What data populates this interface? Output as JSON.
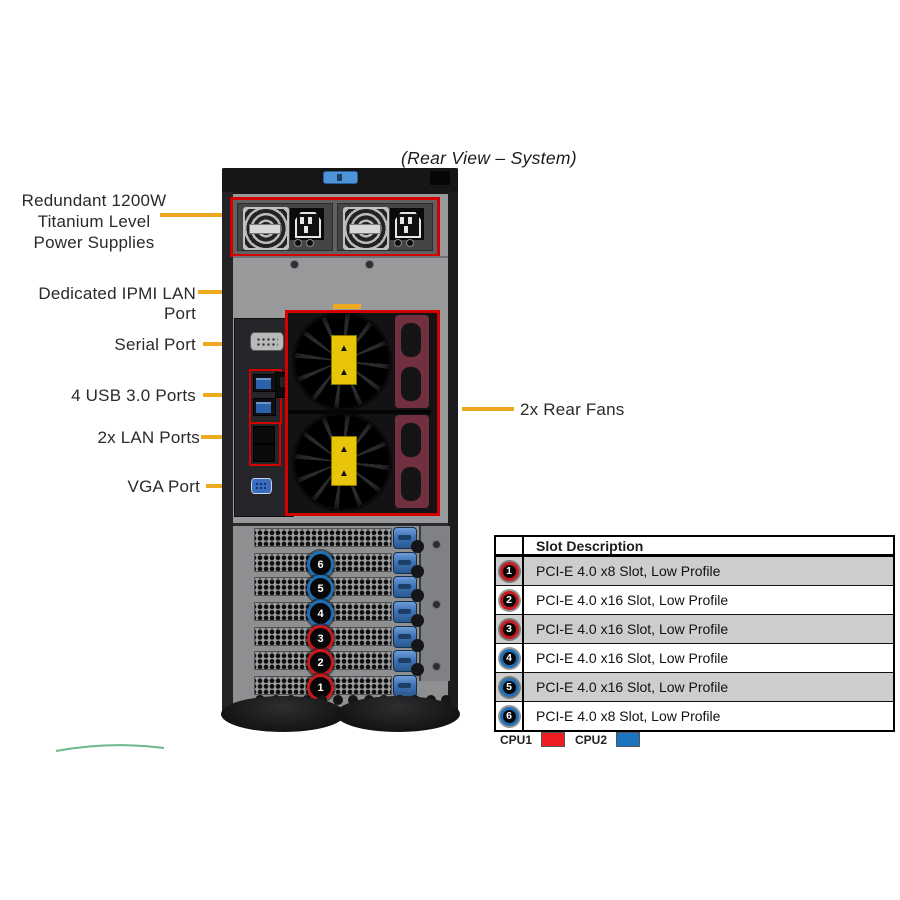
{
  "title": "(Rear View – System)",
  "callouts": {
    "psu": {
      "lines": [
        "Redundant 1200W",
        "Titanium Level",
        "Power Supplies"
      ]
    },
    "ipmi": {
      "label": "Dedicated IPMI LAN Port"
    },
    "serial": {
      "label": "Serial Port"
    },
    "usb": {
      "label": "4 USB 3.0 Ports"
    },
    "lan": {
      "label": "2x LAN Ports"
    },
    "vga": {
      "label": "VGA Port"
    },
    "fans": {
      "label": "2x Rear Fans"
    }
  },
  "colors": {
    "leader_line": "#efa91e",
    "highlight_outline": "#d40000",
    "cpu1": "#ee1c23",
    "cpu2": "#1e73be"
  },
  "chassis": {
    "badges": [
      {
        "num": "6",
        "cpu": "CPU2"
      },
      {
        "num": "5",
        "cpu": "CPU2"
      },
      {
        "num": "4",
        "cpu": "CPU2"
      },
      {
        "num": "3",
        "cpu": "CPU1"
      },
      {
        "num": "2",
        "cpu": "CPU1"
      },
      {
        "num": "1",
        "cpu": "CPU1"
      }
    ]
  },
  "slot_table": {
    "header": "Slot Description",
    "rows": [
      {
        "num": "1",
        "cpu": "CPU1",
        "desc": "PCI-E 4.0 x8 Slot, Low Profile"
      },
      {
        "num": "2",
        "cpu": "CPU1",
        "desc": "PCI-E 4.0 x16 Slot, Low Profile"
      },
      {
        "num": "3",
        "cpu": "CPU1",
        "desc": "PCI-E 4.0 x16 Slot, Low Profile"
      },
      {
        "num": "4",
        "cpu": "CPU2",
        "desc": "PCI-E 4.0 x16 Slot, Low Profile"
      },
      {
        "num": "5",
        "cpu": "CPU2",
        "desc": "PCI-E 4.0 x16 Slot, Low Profile"
      },
      {
        "num": "6",
        "cpu": "CPU2",
        "desc": "PCI-E 4.0 x8 Slot, Low Profile"
      }
    ]
  },
  "legend": {
    "cpu1": "CPU1",
    "cpu2": "CPU2"
  }
}
